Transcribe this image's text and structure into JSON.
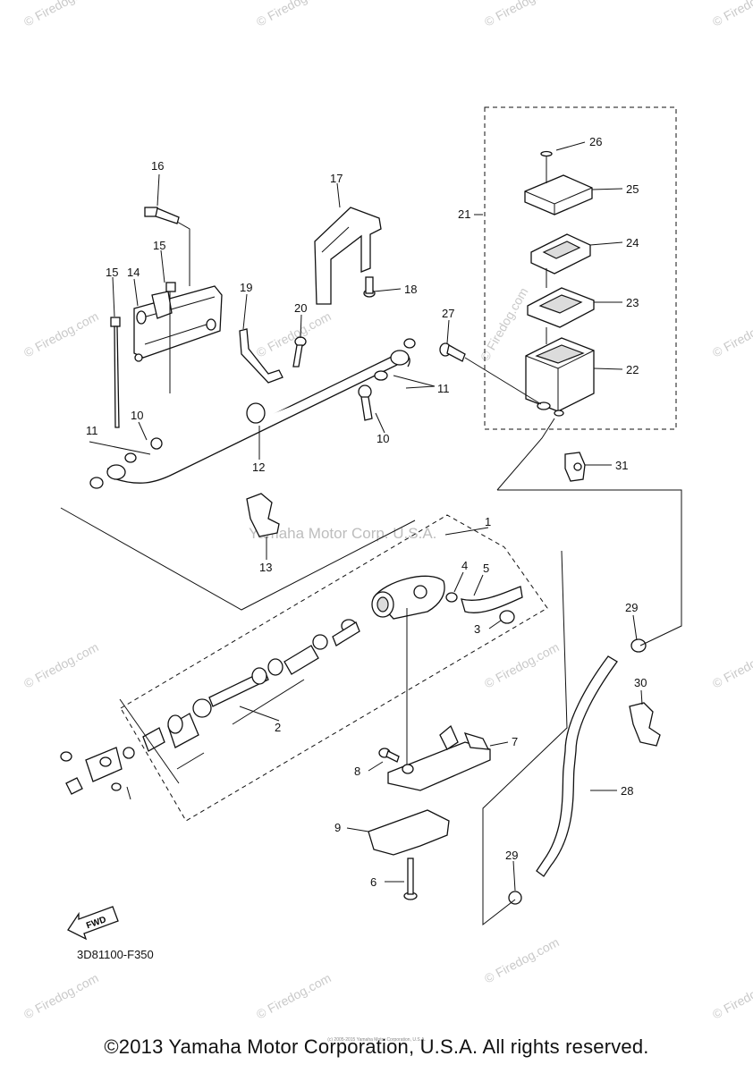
{
  "watermark": {
    "site": "© Firedog.com",
    "center_text": "Yamaha Motor Corp. U.S.A."
  },
  "diagram_code": "3D81100-F350",
  "fwd_label": "FWD",
  "copyright": "©2013 Yamaha Motor Corporation, U.S.A. All rights reserved.",
  "small_copyright": "(c) 2005-2015 Yamaha Motor Corporation, U.S.A.",
  "callouts": {
    "c1": "1",
    "c2": "2",
    "c3": "3",
    "c4": "4",
    "c5": "5",
    "c6": "6",
    "c7": "7",
    "c8": "8",
    "c9": "9",
    "c10a": "10",
    "c10b": "10",
    "c11a": "11",
    "c11b": "11",
    "c12": "12",
    "c13": "13",
    "c14": "14",
    "c15a": "15",
    "c15b": "15",
    "c16": "16",
    "c17": "17",
    "c18": "18",
    "c19": "19",
    "c20": "20",
    "c21": "21",
    "c22": "22",
    "c23": "23",
    "c24": "24",
    "c25": "25",
    "c26": "26",
    "c27": "27",
    "c28": "28",
    "c29a": "29",
    "c29b": "29",
    "c30": "30",
    "c31": "31"
  }
}
